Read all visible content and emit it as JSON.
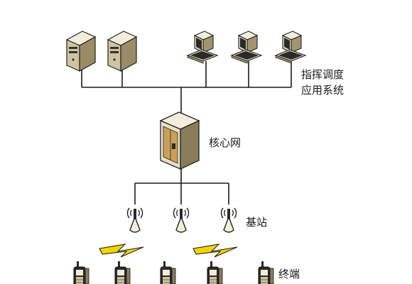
{
  "labels": {
    "app_system_line1": "指挥调度",
    "app_system_line2": "应用系统",
    "core_network": "核心网",
    "base_station": "基站",
    "terminal": "终端"
  },
  "nodes": {
    "servers": [
      "server-icon",
      "server-icon"
    ],
    "workstations": [
      "desktop-computer-icon",
      "desktop-computer-icon",
      "desktop-computer-icon"
    ],
    "core": "core-switch-cabinet-icon",
    "base_stations": [
      "antenna-icon",
      "antenna-icon",
      "antenna-icon"
    ],
    "wireless_links": [
      "lightning-bolt-icon",
      "lightning-bolt-icon"
    ],
    "terminals": [
      "handheld-radio-icon",
      "handheld-radio-icon",
      "handheld-radio-icon",
      "handheld-radio-icon",
      "handheld-radio-icon"
    ]
  },
  "colors": {
    "device_beige": "#e9e1c8",
    "device_shadow": "#8a7d5c",
    "device_dark": "#2a2a2a",
    "bolt_yellow": "#f2d400",
    "line": "#1a1a1a"
  }
}
